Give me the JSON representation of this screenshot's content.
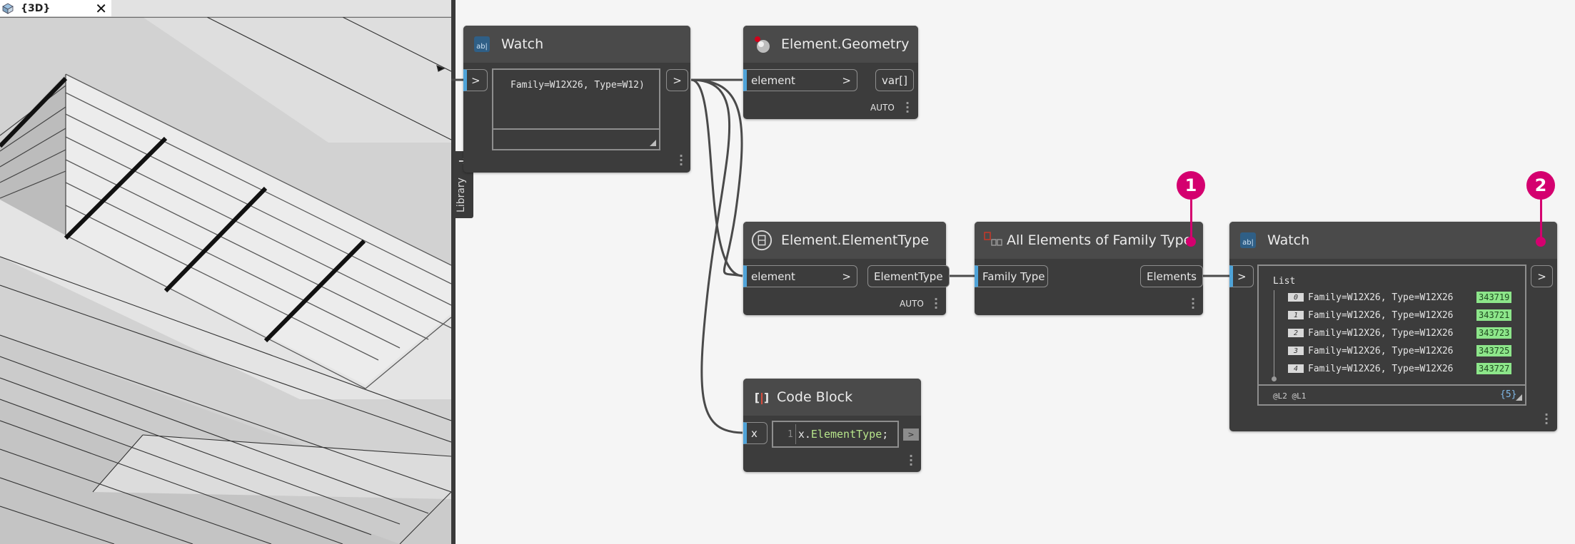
{
  "view3d": {
    "tab_title": "{3D}",
    "close_glyph": "✕"
  },
  "library": {
    "label": "Library",
    "arrow": "➔"
  },
  "nodes": {
    "watch1": {
      "title": "Watch",
      "in_port": ">",
      "out_port": ">",
      "value": "Family=W12X26, Type=W12)"
    },
    "element_geometry": {
      "title": "Element.Geometry",
      "in_port": "element",
      "out_port": "var[]",
      "lacing": "AUTO"
    },
    "element_type": {
      "title": "Element.ElementType",
      "in_port": "element",
      "out_port": "ElementType",
      "lacing": "AUTO"
    },
    "all_elements": {
      "title": "All Elements of Family Type",
      "in_port": "Family Type",
      "out_port": "Elements",
      "badge": "1"
    },
    "code_block": {
      "title": "Code Block",
      "icon_text": "[ ]",
      "in_port": "x",
      "line_number": "1",
      "code_var": "x.",
      "code_member": "ElementType",
      "code_end": ";",
      "out_port": ">"
    },
    "watch2": {
      "title": "Watch",
      "in_port": ">",
      "out_port": ">",
      "badge": "2",
      "list_header": "List",
      "items": [
        {
          "index": "0",
          "value": "Family=W12X26, Type=W12X26",
          "id": "343719"
        },
        {
          "index": "1",
          "value": "Family=W12X26, Type=W12X26",
          "id": "343721"
        },
        {
          "index": "2",
          "value": "Family=W12X26, Type=W12X26",
          "id": "343723"
        },
        {
          "index": "3",
          "value": "Family=W12X26, Type=W12X26",
          "id": "343725"
        },
        {
          "index": "4",
          "value": "Family=W12X26, Type=W12X26",
          "id": "343727"
        }
      ],
      "levels": "@L2 @L1",
      "count": "{5}"
    }
  },
  "colors": {
    "node_body": "#3c3c3c",
    "node_header": "#4a4a4a",
    "port_accent": "#4fa3d8",
    "badge": "#d4006f",
    "id_highlight": "#8de68a",
    "wire": "#4a4a4a"
  }
}
